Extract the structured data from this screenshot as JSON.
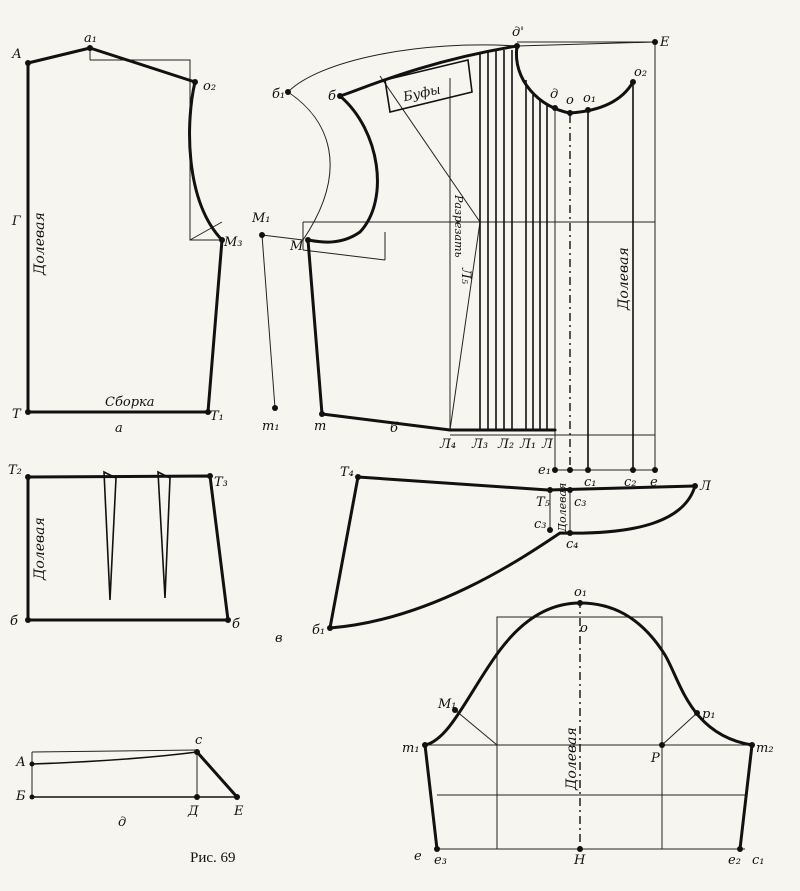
{
  "figure": {
    "caption": "Рис. 69",
    "grain_label": "Долевая"
  },
  "panel_a": {
    "label": "а",
    "points": {
      "A": "А",
      "a1": "а₁",
      "o2": "о₂",
      "G": "Г",
      "M3": "М₃",
      "T": "Т",
      "T1": "Т₁"
    },
    "gather_label": "Сборка"
  },
  "panel_b": {
    "label": "б",
    "points": {
      "b1": "б₁",
      "b": "б",
      "d_prime": "д'",
      "E": "Е",
      "d": "д",
      "o": "о",
      "o1": "о₁",
      "o2": "о₂",
      "M1": "М₁",
      "M": "М",
      "L5": "Л₅",
      "m1": "т₁",
      "m": "т",
      "L4": "Л₄",
      "L3": "Л₃",
      "L2": "Л₂",
      "L1": "Л₁",
      "L": "Л",
      "e1": "е₁",
      "c1": "с₁",
      "c2": "с₂",
      "e": "е"
    },
    "puff_label": "Буфы",
    "cut_label": "Разрезать"
  },
  "panel_v": {
    "label": "в",
    "points": {
      "T4": "Т₄",
      "T5": "Т₅",
      "c3": "с₃",
      "c3b": "с₃",
      "c4": "с₄",
      "L": "Л",
      "b1": "б₁"
    }
  },
  "panel_t": {
    "points": {
      "T2": "Т₂",
      "T3": "Т₃",
      "b": "б",
      "bb": "б"
    }
  },
  "panel_d": {
    "label": "д",
    "points": {
      "A": "А",
      "B": "Б",
      "c": "с",
      "D": "Д",
      "E": "Е"
    }
  },
  "panel_sleeve": {
    "points": {
      "o1": "о₁",
      "o": "о",
      "M1": "М₁",
      "p1": "р₁",
      "m1": "т₁",
      "P": "Р",
      "m2": "т₂",
      "e": "е",
      "e3": "е₃",
      "N": "Н",
      "e2": "е₂",
      "c1": "с₁"
    }
  }
}
